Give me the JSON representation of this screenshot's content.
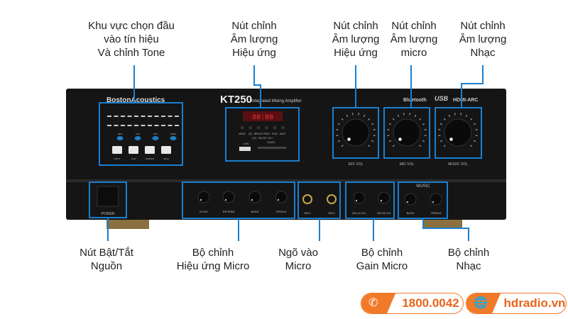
{
  "callouts_top": [
    {
      "lines": [
        "Khu vực chọn đầu",
        "vào tín hiệu",
        "Và chỉnh Tone"
      ]
    },
    {
      "lines": [
        "Nút chỉnh",
        "Âm lượng",
        "Hiệu ứng"
      ]
    },
    {
      "lines": [
        "Nút chỉnh",
        "Âm lượng",
        "Hiệu ứng"
      ]
    },
    {
      "lines": [
        "Nút chỉnh",
        "Âm lượng",
        "micro"
      ]
    },
    {
      "lines": [
        "Nút chỉnh",
        "Âm lượng",
        "Nhạc"
      ]
    }
  ],
  "callouts_bottom": [
    {
      "lines": [
        "Nút Bật/Tắt",
        "Nguồn"
      ]
    },
    {
      "lines": [
        "Bộ chỉnh",
        "Hiệu ứng Micro"
      ]
    },
    {
      "lines": [
        "Ngõ vào",
        "Micro"
      ]
    },
    {
      "lines": [
        "Bộ chỉnh",
        "Gain Micro"
      ]
    },
    {
      "lines": [
        "Bộ chỉnh",
        "Nhạc"
      ]
    }
  ],
  "device": {
    "brand": "BostonAcoustics",
    "model": "KT250",
    "subtitle": "Integrated Mixing Amplifier",
    "badges": [
      "Bluetooth",
      "USB",
      "HDMI-ARC"
    ],
    "display": "88:88",
    "media_buttons": [
      "MODE",
      "EQ",
      "REPLAY",
      "PREV",
      "PLAY",
      "NEXT"
    ],
    "media_sub": "VOL- PAUSE VOL+",
    "usb_label": "USB",
    "card_label": "CARD",
    "input_leds": [
      "MP3",
      "AUX",
      "OPT",
      "HDMI"
    ],
    "tone_buttons": [
      "INPUT",
      "LOW",
      "NORMAL",
      "HIGH"
    ],
    "big_knobs": [
      "EFF VOL",
      "MIC VOL",
      "MUSIC VOL"
    ],
    "power_label": "POWER",
    "mic_fx_knobs": [
      "ECHO",
      "REVERB",
      "BASS",
      "TREBLE"
    ],
    "mic_inputs": [
      "MIC1",
      "MIC2"
    ],
    "gain_knobs": [
      "MIC1/A VOL",
      "MIC2/B VOL"
    ],
    "music_title": "MUSIC",
    "music_knobs": [
      "BASS",
      "TREBLE"
    ]
  },
  "contact": {
    "phone": "1800.0042",
    "website": "hdradio.vn"
  },
  "colors": {
    "callout": "#1a7fd0",
    "accent": "#f07a2a",
    "body": "#141414"
  }
}
